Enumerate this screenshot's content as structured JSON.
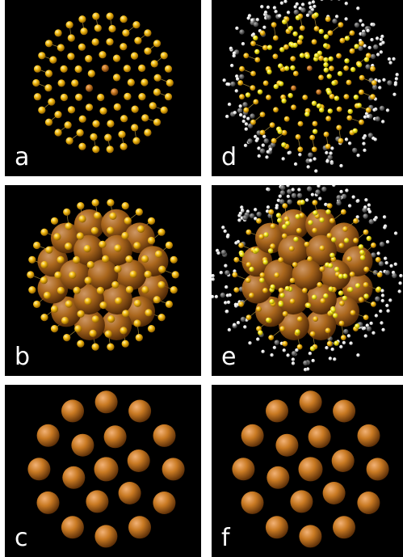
{
  "panels": {
    "a": {
      "label": "a",
      "structure": "gold-shell-wireframe"
    },
    "b": {
      "label": "b",
      "structure": "gold-shell-with-core"
    },
    "c": {
      "label": "c",
      "structure": "core-only"
    },
    "d": {
      "label": "d",
      "structure": "ligand-shell-wireframe"
    },
    "e": {
      "label": "e",
      "structure": "ligand-shell-with-core"
    },
    "f": {
      "label": "f",
      "structure": "core-only"
    }
  },
  "colors": {
    "background": "#000000",
    "gold_atom": "#f2b90f",
    "core_atom": "#c97a23",
    "sulfur_atom": "#f5e619",
    "carbon_atom": "#6e6e6e",
    "hydrogen_atom": "#f2f2f2",
    "bond": "#c9a640"
  }
}
